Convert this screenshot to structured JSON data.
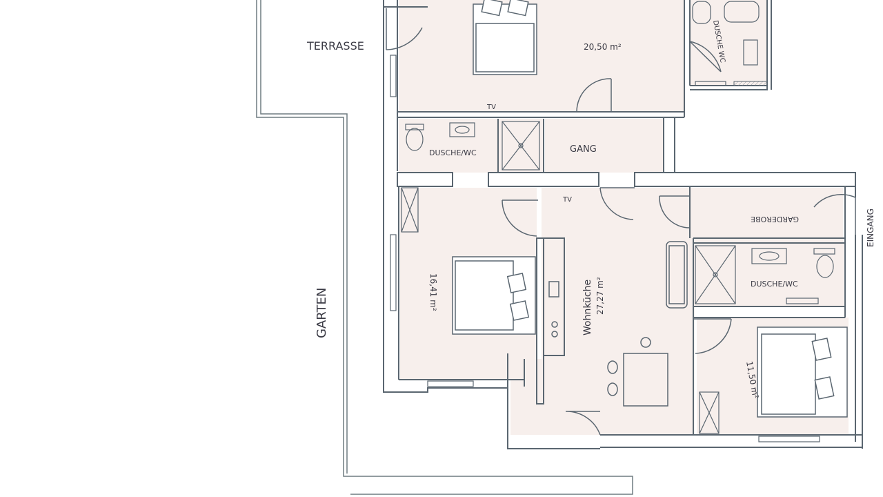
{
  "labels": {
    "terrasse": "TERRASSE",
    "garten": "GARTEN",
    "eingang": "EINGANG",
    "gang": "GANG",
    "garderobe": "GARDEROBE",
    "dusche_wc_top": "DUSCHE WC",
    "dusche_wc_mid": "DUSCHE/WC",
    "dusche_wc_right": "DUSCHE/WC",
    "tv1": "TV",
    "tv2": "TV",
    "area_top": "20,50 m²",
    "area_left": "16,41 m²",
    "wohnkueche_name": "Wohnküche",
    "wohnkueche_area": "27,27 m²",
    "area_right": "11,50 m²"
  },
  "colors": {
    "wall_line": "#5a6670",
    "wall_fill": "#f7efec",
    "text": "#3a3a44",
    "bed_fill": "#ffffff"
  }
}
